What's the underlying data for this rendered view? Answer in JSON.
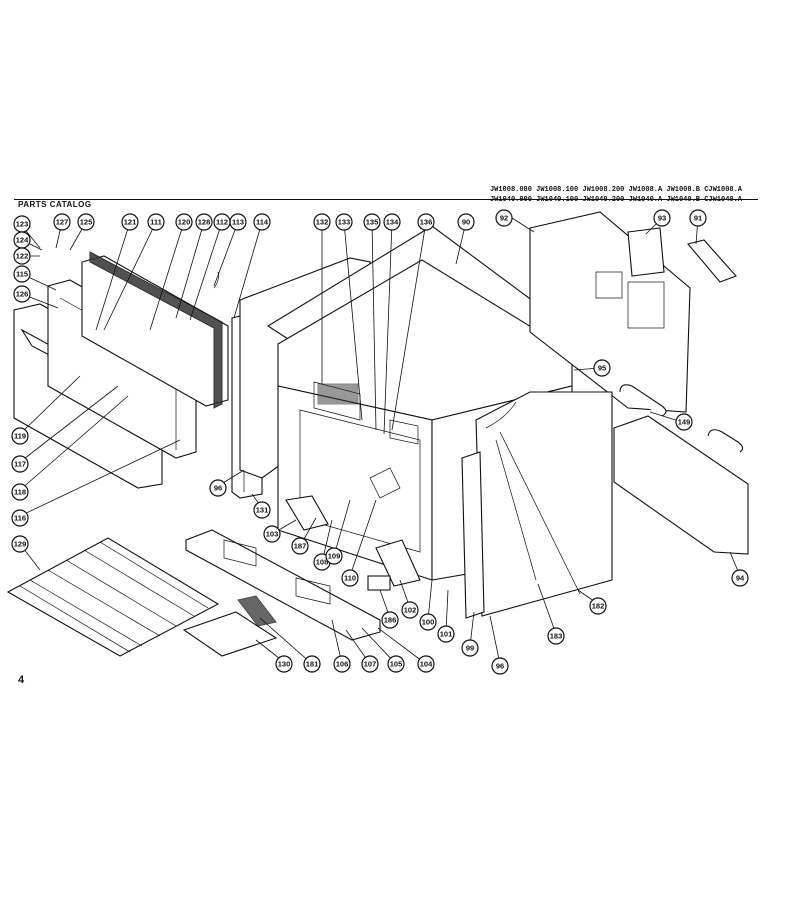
{
  "header": {
    "title": "PARTS CATALOG",
    "models_line1": "JW1008.080 JW1008.100 JW1008.200 JW1008.A JW1008.B CJW1008.A",
    "models_line2": "JW1040.900 JW1040.100 JW1040.200 JW1040.A JW1040.B CJW1040.A"
  },
  "page_number": "4",
  "callouts": {
    "c123": "123",
    "c124": "124",
    "c122": "122",
    "c127": "127",
    "c125": "125",
    "c115": "115",
    "c126": "126",
    "c121": "121",
    "c111": "111",
    "c120": "120",
    "c128": "128",
    "c112": "112",
    "c113": "113",
    "c114": "114",
    "c119": "119",
    "c117": "117",
    "c118": "118",
    "c116": "116",
    "c96a": "96",
    "c131": "131",
    "c132": "132",
    "c133": "133",
    "c135": "135",
    "c134": "134",
    "c136": "136",
    "c90": "90",
    "c92": "92",
    "c93": "93",
    "c91": "91",
    "c95": "95",
    "c149": "149",
    "c94": "94",
    "c103": "103",
    "c187": "187",
    "c108": "108",
    "c109": "109",
    "c110": "110",
    "c186": "186",
    "c102": "102",
    "c100": "100",
    "c101": "101",
    "c99": "99",
    "c96b": "96",
    "c183": "183",
    "c182": "182",
    "c129": "129",
    "c130": "130",
    "c181": "181",
    "c106": "106",
    "c107": "107",
    "c105": "105",
    "c104": "104"
  }
}
